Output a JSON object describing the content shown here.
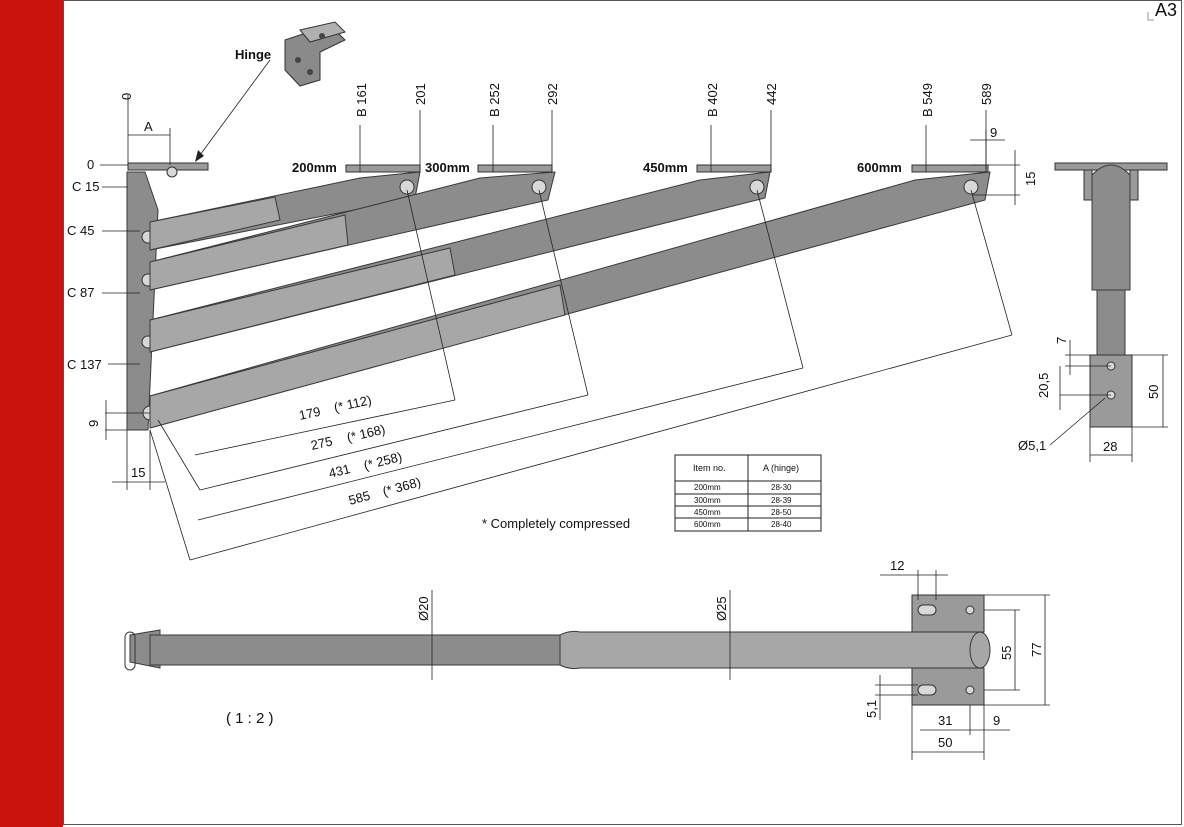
{
  "sheet": {
    "size_label": "A3",
    "scale_label": "( 1 : 2 )"
  },
  "hinge": {
    "label": "Hinge"
  },
  "top_view": {
    "dim_A": "A",
    "zero_vertical": "0",
    "zero_horizontal": "0",
    "c_labels": [
      "C 15",
      "C 45",
      "C 87",
      "C 137"
    ],
    "dim_9": "9",
    "dim_15": "15",
    "variants": [
      {
        "name": "200mm",
        "b": "B 161",
        "end": "201",
        "length": "179",
        "compressed": "(* 112)"
      },
      {
        "name": "300mm",
        "b": "B 252",
        "end": "292",
        "length": "275",
        "compressed": "(* 168)"
      },
      {
        "name": "450mm",
        "b": "B 402",
        "end": "442",
        "length": "431",
        "compressed": "(* 258)"
      },
      {
        "name": "600mm",
        "b": "B 549",
        "end": "589",
        "length": "585",
        "compressed": "(* 368)"
      }
    ],
    "end_dim_9": "9",
    "end_dim_15": "15",
    "note": "* Completely compressed"
  },
  "table": {
    "headers": [
      "Item no.",
      "A (hinge)"
    ],
    "rows": [
      [
        "200mm",
        "28-30"
      ],
      [
        "300mm",
        "28-39"
      ],
      [
        "450mm",
        "28-50"
      ],
      [
        "600mm",
        "28-40"
      ]
    ]
  },
  "side_view": {
    "dim_7": "7",
    "dim_20_5": "20,5",
    "dim_50": "50",
    "dim_hole": "Ø5,1",
    "dim_28": "28"
  },
  "bottom_view": {
    "dia_20": "Ø20",
    "dia_25": "Ø25",
    "dim_12": "12",
    "dim_55": "55",
    "dim_77": "77",
    "dim_5_1": "5,1",
    "dim_31": "31",
    "dim_9": "9",
    "dim_50": "50"
  }
}
